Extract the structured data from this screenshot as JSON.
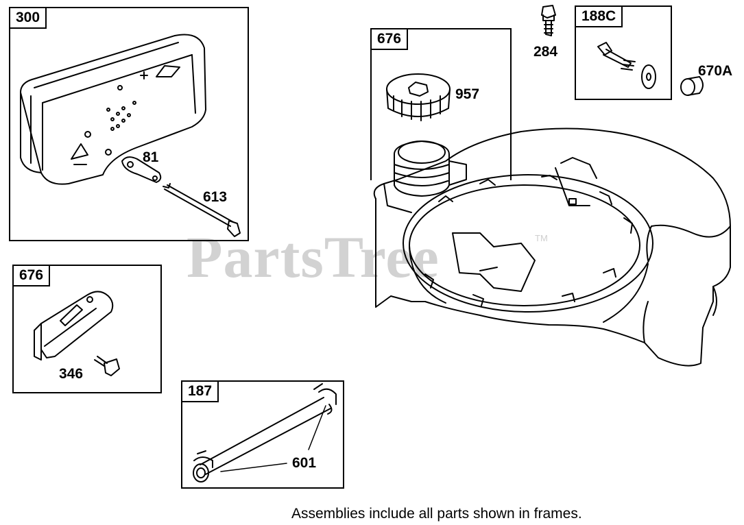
{
  "watermark": {
    "text": "PartsTree",
    "trademark": "TM"
  },
  "frames": {
    "muffler": "300",
    "tank": "676",
    "guard": "676",
    "fuel_line": "187",
    "tank_mount": "188C"
  },
  "callouts": {
    "p81": "81",
    "p613": "613",
    "p346": "346",
    "p601": "601",
    "p957": "957",
    "p284": "284",
    "p670a": "670A"
  },
  "footnote": "Assemblies include all parts shown in frames."
}
